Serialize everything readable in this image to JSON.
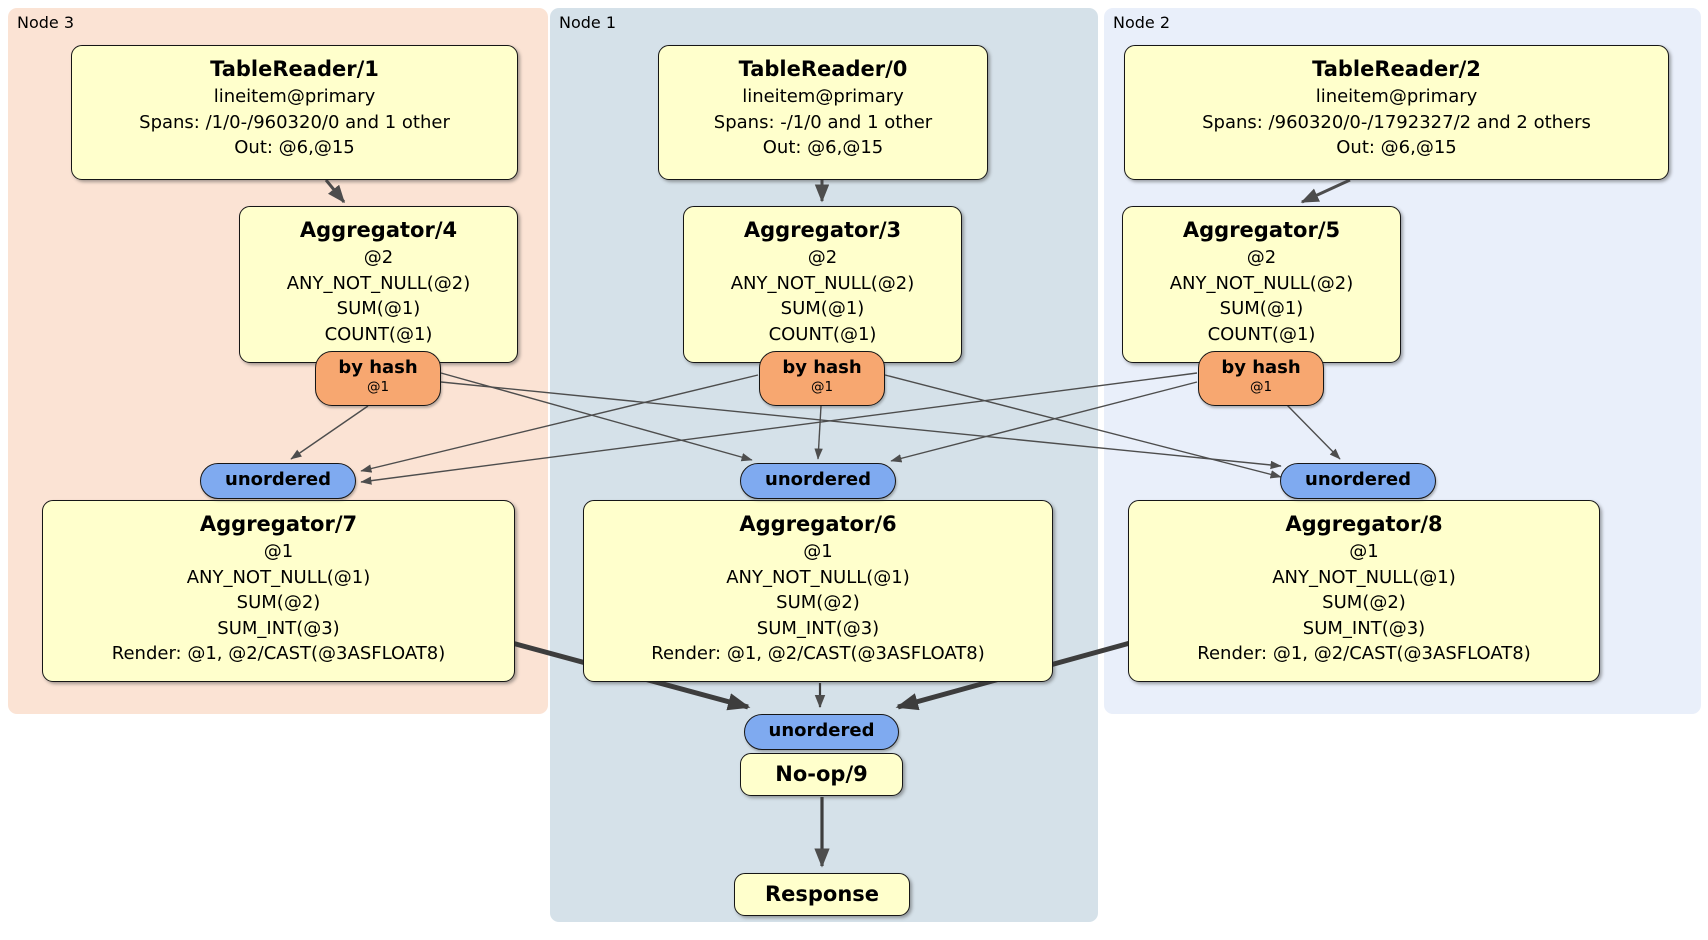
{
  "colors": {
    "region_node3_bg": "#fbe3d4",
    "region_node1_bg": "#d5e1e9",
    "region_node2_bg": "#e9effa",
    "box_bg": "#ffffcc",
    "router_bg": "#f7a770",
    "sync_bg": "#7faaf0",
    "edge_thin": "#4d4d4d",
    "edge_thick": "#3d3d3d"
  },
  "regions": [
    {
      "label": "Node 3"
    },
    {
      "label": "Node 1"
    },
    {
      "label": "Node 2"
    }
  ],
  "processors": {
    "tr1": {
      "title": "TableReader/1",
      "lines": [
        "lineitem@primary",
        "Spans: /1/0-/960320/0 and 1 other",
        "Out: @6,@15"
      ]
    },
    "tr0": {
      "title": "TableReader/0",
      "lines": [
        "lineitem@primary",
        "Spans: -/1/0 and 1 other",
        "Out: @6,@15"
      ]
    },
    "tr2": {
      "title": "TableReader/2",
      "lines": [
        "lineitem@primary",
        "Spans: /960320/0-/1792327/2 and 2 others",
        "Out: @6,@15"
      ]
    },
    "agg4": {
      "title": "Aggregator/4",
      "lines": [
        "@2",
        "ANY_NOT_NULL(@2)",
        "SUM(@1)",
        "COUNT(@1)"
      ]
    },
    "agg3": {
      "title": "Aggregator/3",
      "lines": [
        "@2",
        "ANY_NOT_NULL(@2)",
        "SUM(@1)",
        "COUNT(@1)"
      ]
    },
    "agg5": {
      "title": "Aggregator/5",
      "lines": [
        "@2",
        "ANY_NOT_NULL(@2)",
        "SUM(@1)",
        "COUNT(@1)"
      ]
    },
    "agg7": {
      "title": "Aggregator/7",
      "lines": [
        "@1",
        "ANY_NOT_NULL(@1)",
        "SUM(@2)",
        "SUM_INT(@3)",
        "Render: @1, @2/CAST(@3ASFLOAT8)"
      ]
    },
    "agg6": {
      "title": "Aggregator/6",
      "lines": [
        "@1",
        "ANY_NOT_NULL(@1)",
        "SUM(@2)",
        "SUM_INT(@3)",
        "Render: @1, @2/CAST(@3ASFLOAT8)"
      ]
    },
    "agg8": {
      "title": "Aggregator/8",
      "lines": [
        "@1",
        "ANY_NOT_NULL(@1)",
        "SUM(@2)",
        "SUM_INT(@3)",
        "Render: @1, @2/CAST(@3ASFLOAT8)"
      ]
    },
    "noop9": {
      "title": "No-op/9"
    },
    "response": {
      "title": "Response"
    }
  },
  "router": {
    "label": "by hash",
    "sub": "@1"
  },
  "sync": {
    "label": "unordered"
  }
}
